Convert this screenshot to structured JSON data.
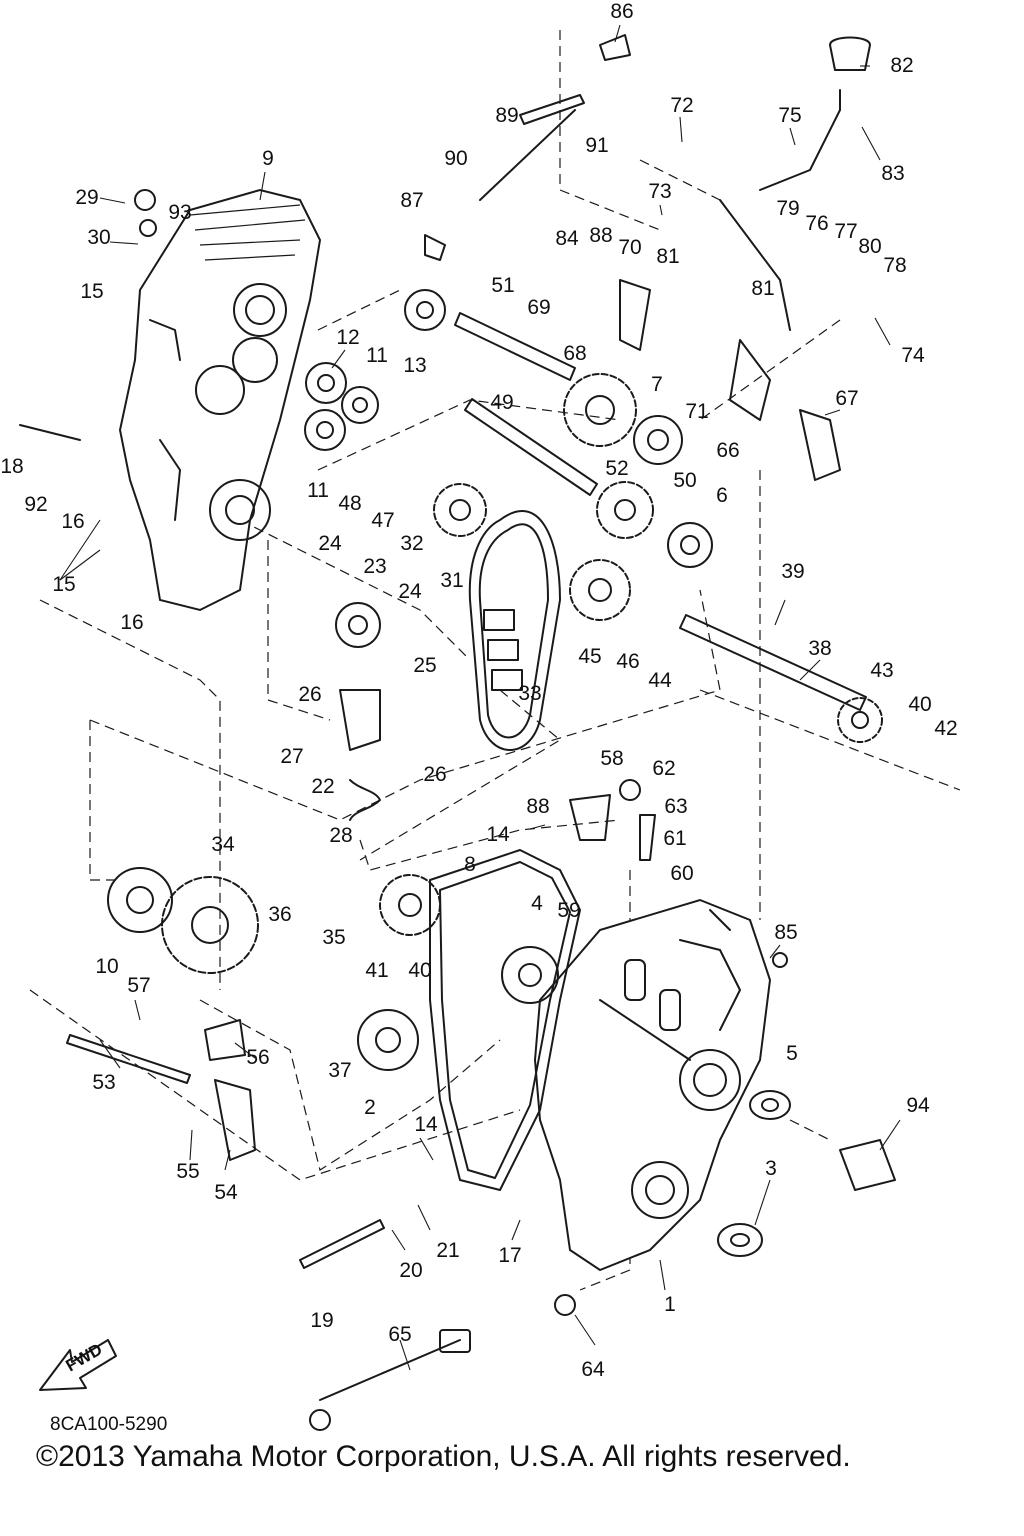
{
  "diagram": {
    "drawing_code": "8CA100-5290",
    "direction_label": "FWD",
    "copyright": "©2013 Yamaha Motor Corporation, U.S.A. All rights reserved.",
    "callouts": [
      "1",
      "2",
      "3",
      "4",
      "5",
      "6",
      "7",
      "8",
      "9",
      "10",
      "10",
      "11",
      "11",
      "12",
      "13",
      "14",
      "14",
      "15",
      "15",
      "16",
      "16",
      "17",
      "18",
      "19",
      "20",
      "21",
      "22",
      "23",
      "24",
      "24",
      "25",
      "26",
      "26",
      "27",
      "28",
      "29",
      "30",
      "31",
      "32",
      "33",
      "34",
      "35",
      "36",
      "37",
      "38",
      "39",
      "40",
      "40",
      "41",
      "42",
      "43",
      "44",
      "45",
      "46",
      "47",
      "48",
      "49",
      "50",
      "51",
      "52",
      "53",
      "54",
      "55",
      "56",
      "57",
      "58",
      "59",
      "60",
      "61",
      "62",
      "63",
      "64",
      "65",
      "66",
      "67",
      "68",
      "69",
      "70",
      "71",
      "72",
      "73",
      "74",
      "75",
      "76",
      "77",
      "78",
      "79",
      "80",
      "81",
      "81",
      "82",
      "83",
      "84",
      "85",
      "86",
      "87",
      "88",
      "88",
      "89",
      "90",
      "91",
      "92",
      "93",
      "94"
    ]
  }
}
